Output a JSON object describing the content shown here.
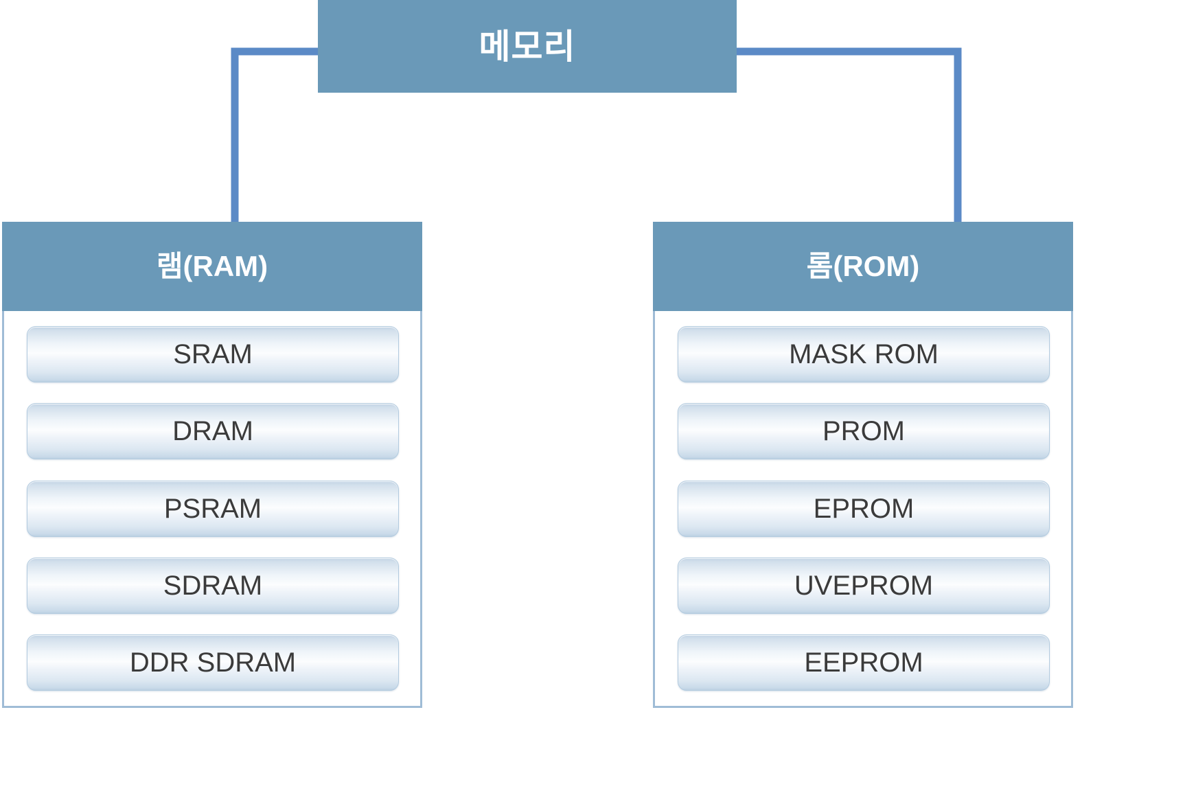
{
  "diagram": {
    "type": "tree",
    "root": {
      "label": "메모리"
    },
    "branches": [
      {
        "label": "램(RAM)",
        "items": [
          {
            "label": "SRAM"
          },
          {
            "label": "DRAM"
          },
          {
            "label": "PSRAM"
          },
          {
            "label": "SDRAM"
          },
          {
            "label": "DDR SDRAM"
          }
        ]
      },
      {
        "label": "롬(ROM)",
        "items": [
          {
            "label": "MASK ROM"
          },
          {
            "label": "PROM"
          },
          {
            "label": "EPROM"
          },
          {
            "label": "UVEPROM"
          },
          {
            "label": "EEPROM"
          }
        ]
      }
    ],
    "colors": {
      "header_fill": "#6a99b8",
      "header_text": "#ffffff",
      "connector": "#5b8ac6",
      "panel_border": "#9fbcd6",
      "pill_text": "#3b3b3b",
      "background": "#ffffff"
    }
  }
}
